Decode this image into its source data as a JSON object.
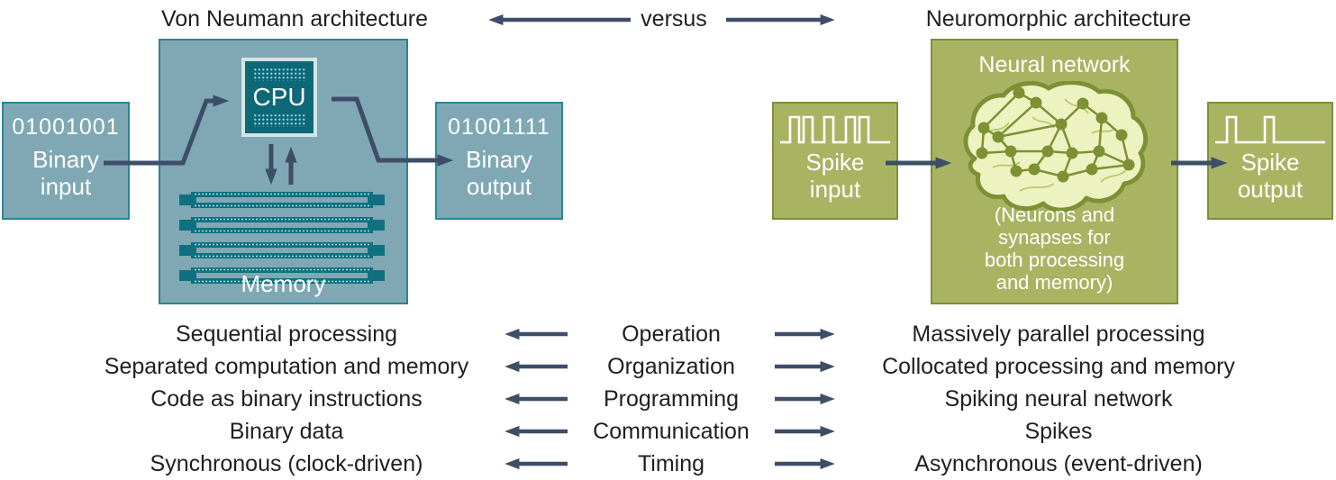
{
  "figure": {
    "left_title": "Von Neumann architecture",
    "versus_label": "versus",
    "right_title": "Neuromorphic architecture"
  },
  "von_neumann": {
    "input_value": "01001001",
    "input_label_1": "Binary",
    "input_label_2": "input",
    "cpu_label": "CPU",
    "memory_label": "Memory",
    "output_value": "01001111",
    "output_label_1": "Binary",
    "output_label_2": "output"
  },
  "neuromorphic": {
    "input_label_1": "Spike",
    "input_label_2": "input",
    "network_title": "Neural network",
    "network_caption": "(Neurons and synapses for both processing and memory)",
    "output_label_1": "Spike",
    "output_label_2": "output"
  },
  "comparison": {
    "rows": [
      {
        "left": "Sequential processing",
        "center": "Operation",
        "right": "Massively parallel processing"
      },
      {
        "left": "Separated computation and memory",
        "center": "Organization",
        "right": "Collocated processing and memory"
      },
      {
        "left": "Code as binary instructions",
        "center": "Programming",
        "right": "Spiking neural network"
      },
      {
        "left": "Binary data",
        "center": "Communication",
        "right": "Spikes"
      },
      {
        "left": "Synchronous (clock-driven)",
        "center": "Timing",
        "right": "Asynchronous (event-driven)"
      }
    ]
  },
  "icons": {
    "spike_input_waveform": "square-pulse-train-5-spikes",
    "spike_output_waveform": "square-pulse-train-2-spikes",
    "brain": "brain-neural-network",
    "cpu_chip": "cpu-chip-with-pins",
    "memory": "ram-memory-modules"
  },
  "colors": {
    "teal_fill": "#7fa8b4",
    "teal_border": "#2a8596",
    "cpu_dark": "#0d6878",
    "olive_fill": "#a9b463",
    "olive_border": "#7e8e3e",
    "brain_fill": "#edf2c1",
    "brain_stroke": "#7d9034",
    "arrow": "#3e4d68",
    "text": "#221e1f"
  }
}
